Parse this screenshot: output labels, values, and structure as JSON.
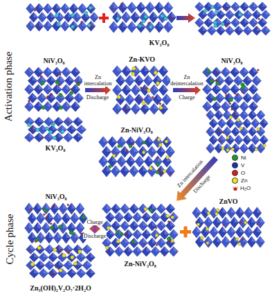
{
  "diagram": {
    "nodes": [
      {
        "text": [
          "NiV₃O₈"
        ]
      },
      {
        "text": [
          "Zn-KVO"
        ]
      },
      {
        "text": [
          "NiV₃O₈"
        ]
      },
      {
        "text": [
          "KV₃O₈"
        ]
      },
      {
        "text": [
          "Zn-NiV₃O₈"
        ]
      },
      {
        "text": [
          "ZnVO"
        ]
      },
      {
        "text": [
          "NiV₃O₈"
        ]
      },
      {
        "text": [
          "Zn-NiV₃O₈"
        ]
      },
      {
        "text": [
          "Zn₃(OH)₂V₂O₇·2H₂O"
        ]
      }
    ],
    "edges": [
      {
        "from": 0,
        "to": 1,
        "label": "Zn intercalation",
        "arrow": "to"
      },
      {
        "from": 1,
        "to": 2,
        "label": "Zn deintercalation",
        "arrow": "to"
      },
      {
        "from": 6,
        "to": 7,
        "label": "Charge",
        "arrow": "both"
      }
    ],
    "labels": [
      "KV₃O₈",
      "Discharge",
      "Charge",
      "Zn intercalation",
      "Discharge",
      "Discharge",
      "Activation phase",
      "Cycle phase"
    ],
    "legend": [
      {
        "text": "Ni",
        "color": "#1f9a2a"
      },
      {
        "text": "V",
        "color": "#1c2fa6"
      },
      {
        "text": "O",
        "color": "#d41d1d"
      },
      {
        "text": "Zn",
        "color": "#f2e21c"
      },
      {
        "text": "H₂O"
      }
    ]
  }
}
